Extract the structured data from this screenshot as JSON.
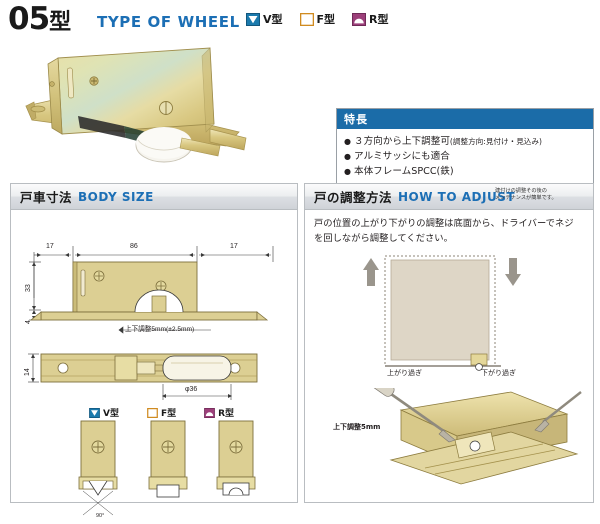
{
  "header": {
    "model_number": "05",
    "model_suffix": "型",
    "type_of_wheel_label": "TYPE OF WHEEL",
    "wheel_types": [
      {
        "label": "V型",
        "icon": "wheel-v-icon",
        "color": "#1b7aad"
      },
      {
        "label": "F型",
        "icon": "wheel-f-icon",
        "color": "#d08b20"
      },
      {
        "label": "R型",
        "icon": "wheel-r-icon",
        "color": "#9c3f7a"
      }
    ]
  },
  "photo": {
    "alt": "sliding-door-roller-photo",
    "body_color": "#d8c98a",
    "wheel_color": "#f2f0ea"
  },
  "features": {
    "title": "特長",
    "items": [
      {
        "text": "３方向から上下調整可",
        "sub": "(調整方向:見付け・見込み)"
      },
      {
        "text": "アルミサッシにも適合",
        "sub": ""
      },
      {
        "text": "本体フレームSPCC(鉄)",
        "sub": ""
      }
    ]
  },
  "body_size_panel": {
    "title_jp": "戸車寸法",
    "title_en": "BODY SIZE",
    "dimensions": {
      "top_left": "17",
      "top_center": "86",
      "top_right": "17",
      "height": "33",
      "base": "4",
      "side_height": "14",
      "wheel_diameter": "φ36",
      "adjust_note": "上下調整5mm(±2.5mm)",
      "angle": "90°"
    },
    "variants": [
      {
        "label": "V型",
        "icon": "wheel-v-icon",
        "color": "#1b7aad"
      },
      {
        "label": "F型",
        "icon": "wheel-f-icon",
        "color": "#d08b20"
      },
      {
        "label": "R型",
        "icon": "wheel-r-icon",
        "color": "#9c3f7a"
      }
    ]
  },
  "adjust_panel": {
    "title_jp": "戸の調整方法",
    "title_en": "HOW TO ADJUST",
    "note": "建付けの調整その後の\nメンテナンスが簡単です。",
    "body_text": "戸の位置の上がり下がりの調整は底面から、ドライバーでネジを回しながら調整してください。",
    "label_too_high": "上がり過ぎ",
    "label_too_low": "下がり過ぎ",
    "label_adjust": "上下調整5mm"
  },
  "colors": {
    "accent_blue": "#1c6fb5",
    "header_blue": "#1b6ca8",
    "metal": "#d8c98a",
    "panel_border": "#b9bdc1"
  }
}
